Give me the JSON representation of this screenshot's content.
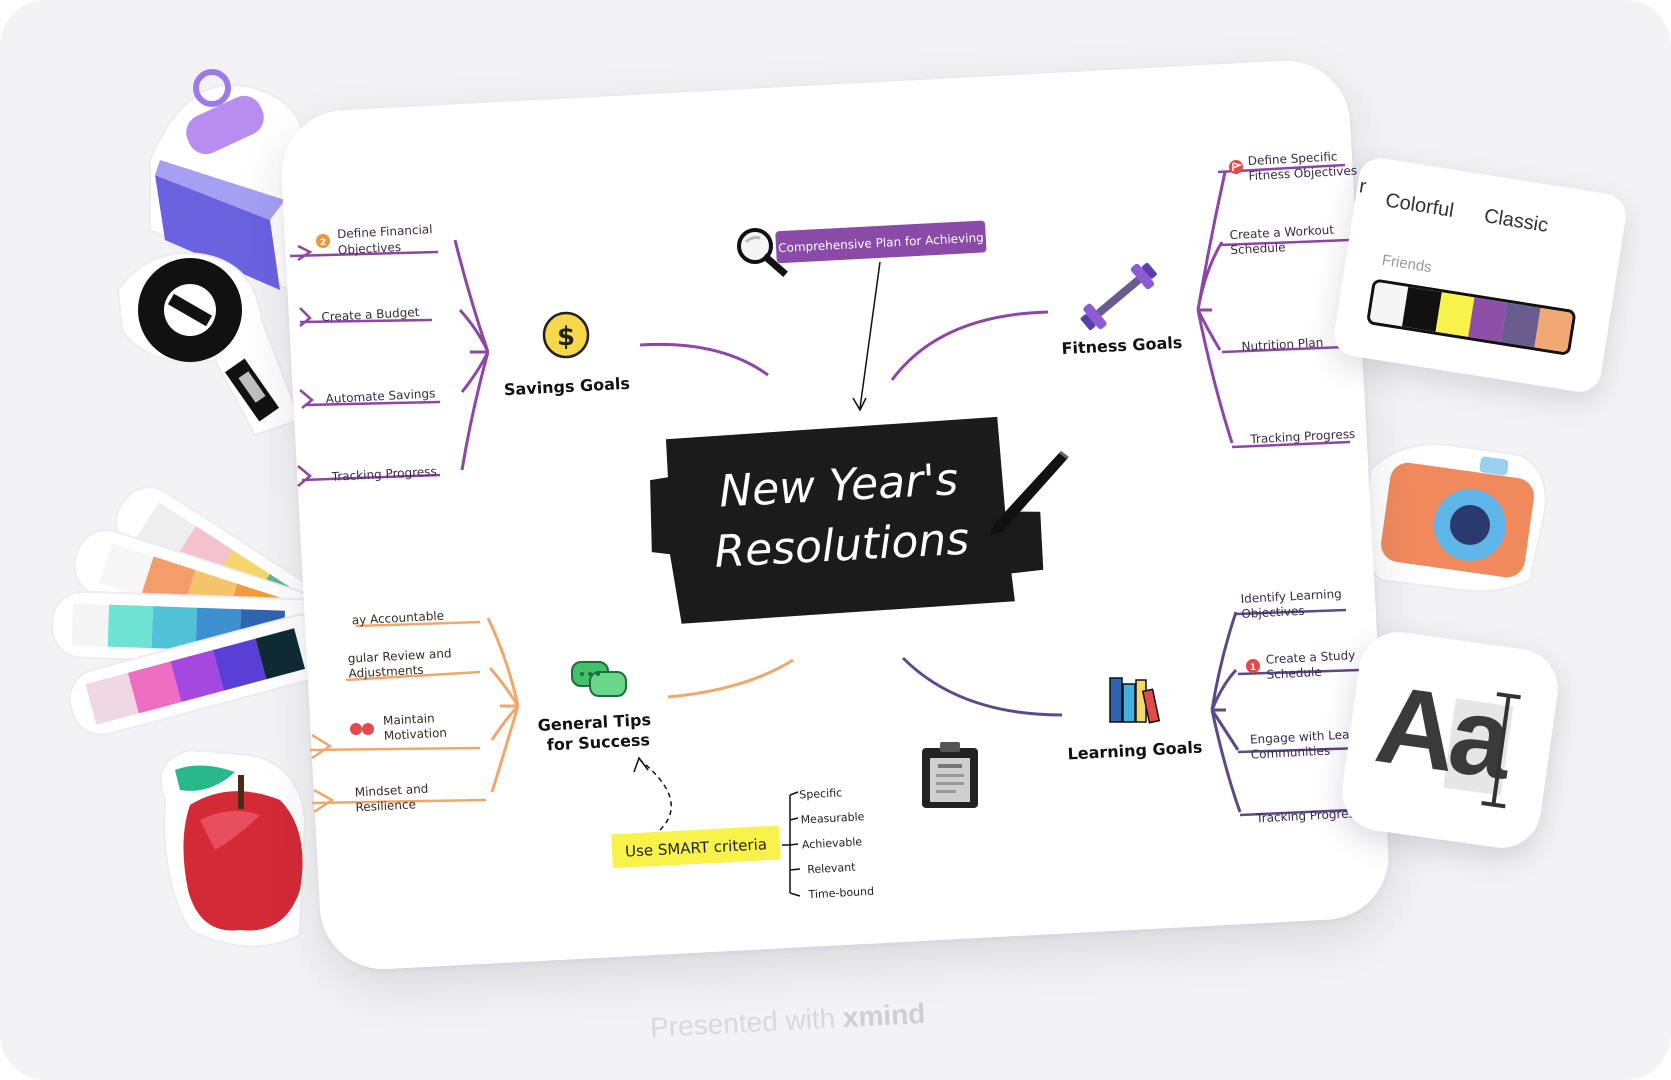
{
  "central_topic": {
    "line1": "New Year's",
    "line2": "Resolutions"
  },
  "callout": {
    "text": "Comprehensive Plan for Achieving",
    "icon": "magnifier-icon"
  },
  "branches": {
    "savings": {
      "title": "Savings Goals",
      "icon": "dollar-coin-icon",
      "items": [
        "Define Financial",
        "Objectives",
        "Create a Budget",
        "Automate Savings",
        "Tracking Progress"
      ],
      "badge": "2"
    },
    "fitness": {
      "title": "Fitness Goals",
      "icon": "dumbbell-icon",
      "items": [
        "Define Specific",
        "Fitness Objectives",
        "Create a Workout",
        "Schedule",
        "Nutrition Plan",
        "Tracking Progress"
      ]
    },
    "tips": {
      "title_line1": "General Tips",
      "title_line2": "for Success",
      "icon": "chat-bubbles-icon",
      "items": [
        "ay Accountable",
        "gular Review and",
        "Adjustments",
        "Maintain",
        "Motivation",
        "Mindset and",
        "Resilience"
      ]
    },
    "learning": {
      "title": "Learning Goals",
      "icon": "books-icon",
      "items": [
        "Identify Learning",
        "Objectives",
        "Create a Study",
        "Schedule",
        "Engage with Learn",
        "Communities",
        "Tracking Progress"
      ],
      "badge": "1"
    }
  },
  "smart": {
    "label": "Use SMART criteria",
    "items": [
      "Specific",
      "Measurable",
      "Achievable",
      "Relevant",
      "Time-bound"
    ]
  },
  "theme_panel": {
    "tabs": [
      "Colorful",
      "Classic"
    ],
    "cut_tab": "r",
    "subtitle": "Friends",
    "swatches": [
      "#f5f5f5",
      "#111111",
      "#f7f34a",
      "#8e4fa8",
      "#6a5b8e",
      "#f2a873"
    ]
  },
  "font_panel": {
    "glyph": "Aa"
  },
  "footer": {
    "prefix": "Presented with",
    "brand": "xmind"
  },
  "colors": {
    "savings": "#8d46a6",
    "fitness": "#8d46a6",
    "tips": "#f0a86a",
    "learning": "#5a4a8a",
    "callout_bg": "#8a4aa8",
    "smart_bg": "#f8f24a"
  }
}
